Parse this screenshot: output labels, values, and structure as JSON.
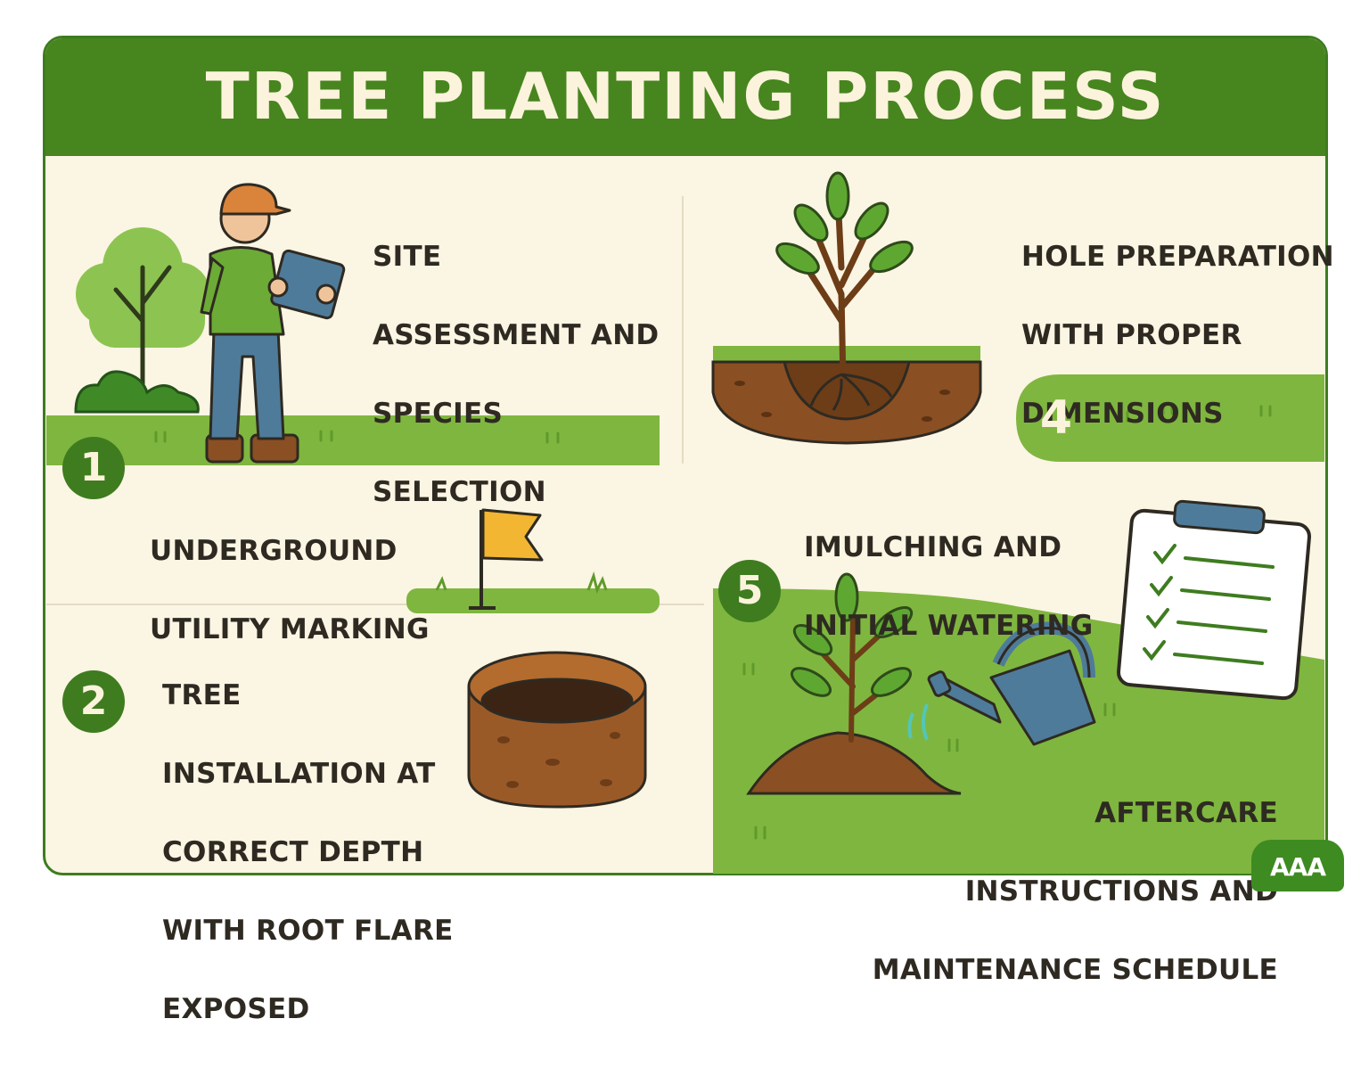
{
  "title": "TREE PLANTING PROCESS",
  "colors": {
    "primary_green": "#47851f",
    "light_green": "#7fb63f",
    "cream": "#fbf5e3",
    "soil_brown": "#8a4f22",
    "flag_yellow": "#f2b632",
    "can_blue": "#4f7b9a"
  },
  "steps": [
    {
      "lines": [
        "SITE",
        "ASSESSMENT AND",
        "SPECIES",
        "SELECTION"
      ]
    },
    {
      "badge": "1",
      "lines": [
        "UNDERGROUND",
        "UTILITY MARKING"
      ]
    },
    {
      "badge": "2",
      "lines": [
        "TREE",
        "INSTALLATION AT",
        "CORRECT DEPTH",
        "WITH ROOT FLARE",
        "EXPOSED"
      ]
    },
    {
      "lines": [
        "HOLE PREPARATION",
        "WITH PROPER",
        "DIMENSIONS"
      ]
    },
    {
      "badge": "4"
    },
    {
      "badge": "5",
      "lines": [
        "IMULCHING AND",
        "INITIAL WATERING"
      ]
    },
    {
      "lines": [
        "AFTERCARE",
        "INSTRUCTIONS AND",
        "MAINTENANCE SCHEDULE"
      ]
    }
  ],
  "icons": [
    "worker-icon",
    "bush-tree-icon",
    "flag-icon",
    "soil-hole-icon",
    "tree-roots-icon",
    "sapling-icon",
    "watering-can-icon",
    "clipboard-checklist-icon"
  ],
  "logo_text": "AAA"
}
